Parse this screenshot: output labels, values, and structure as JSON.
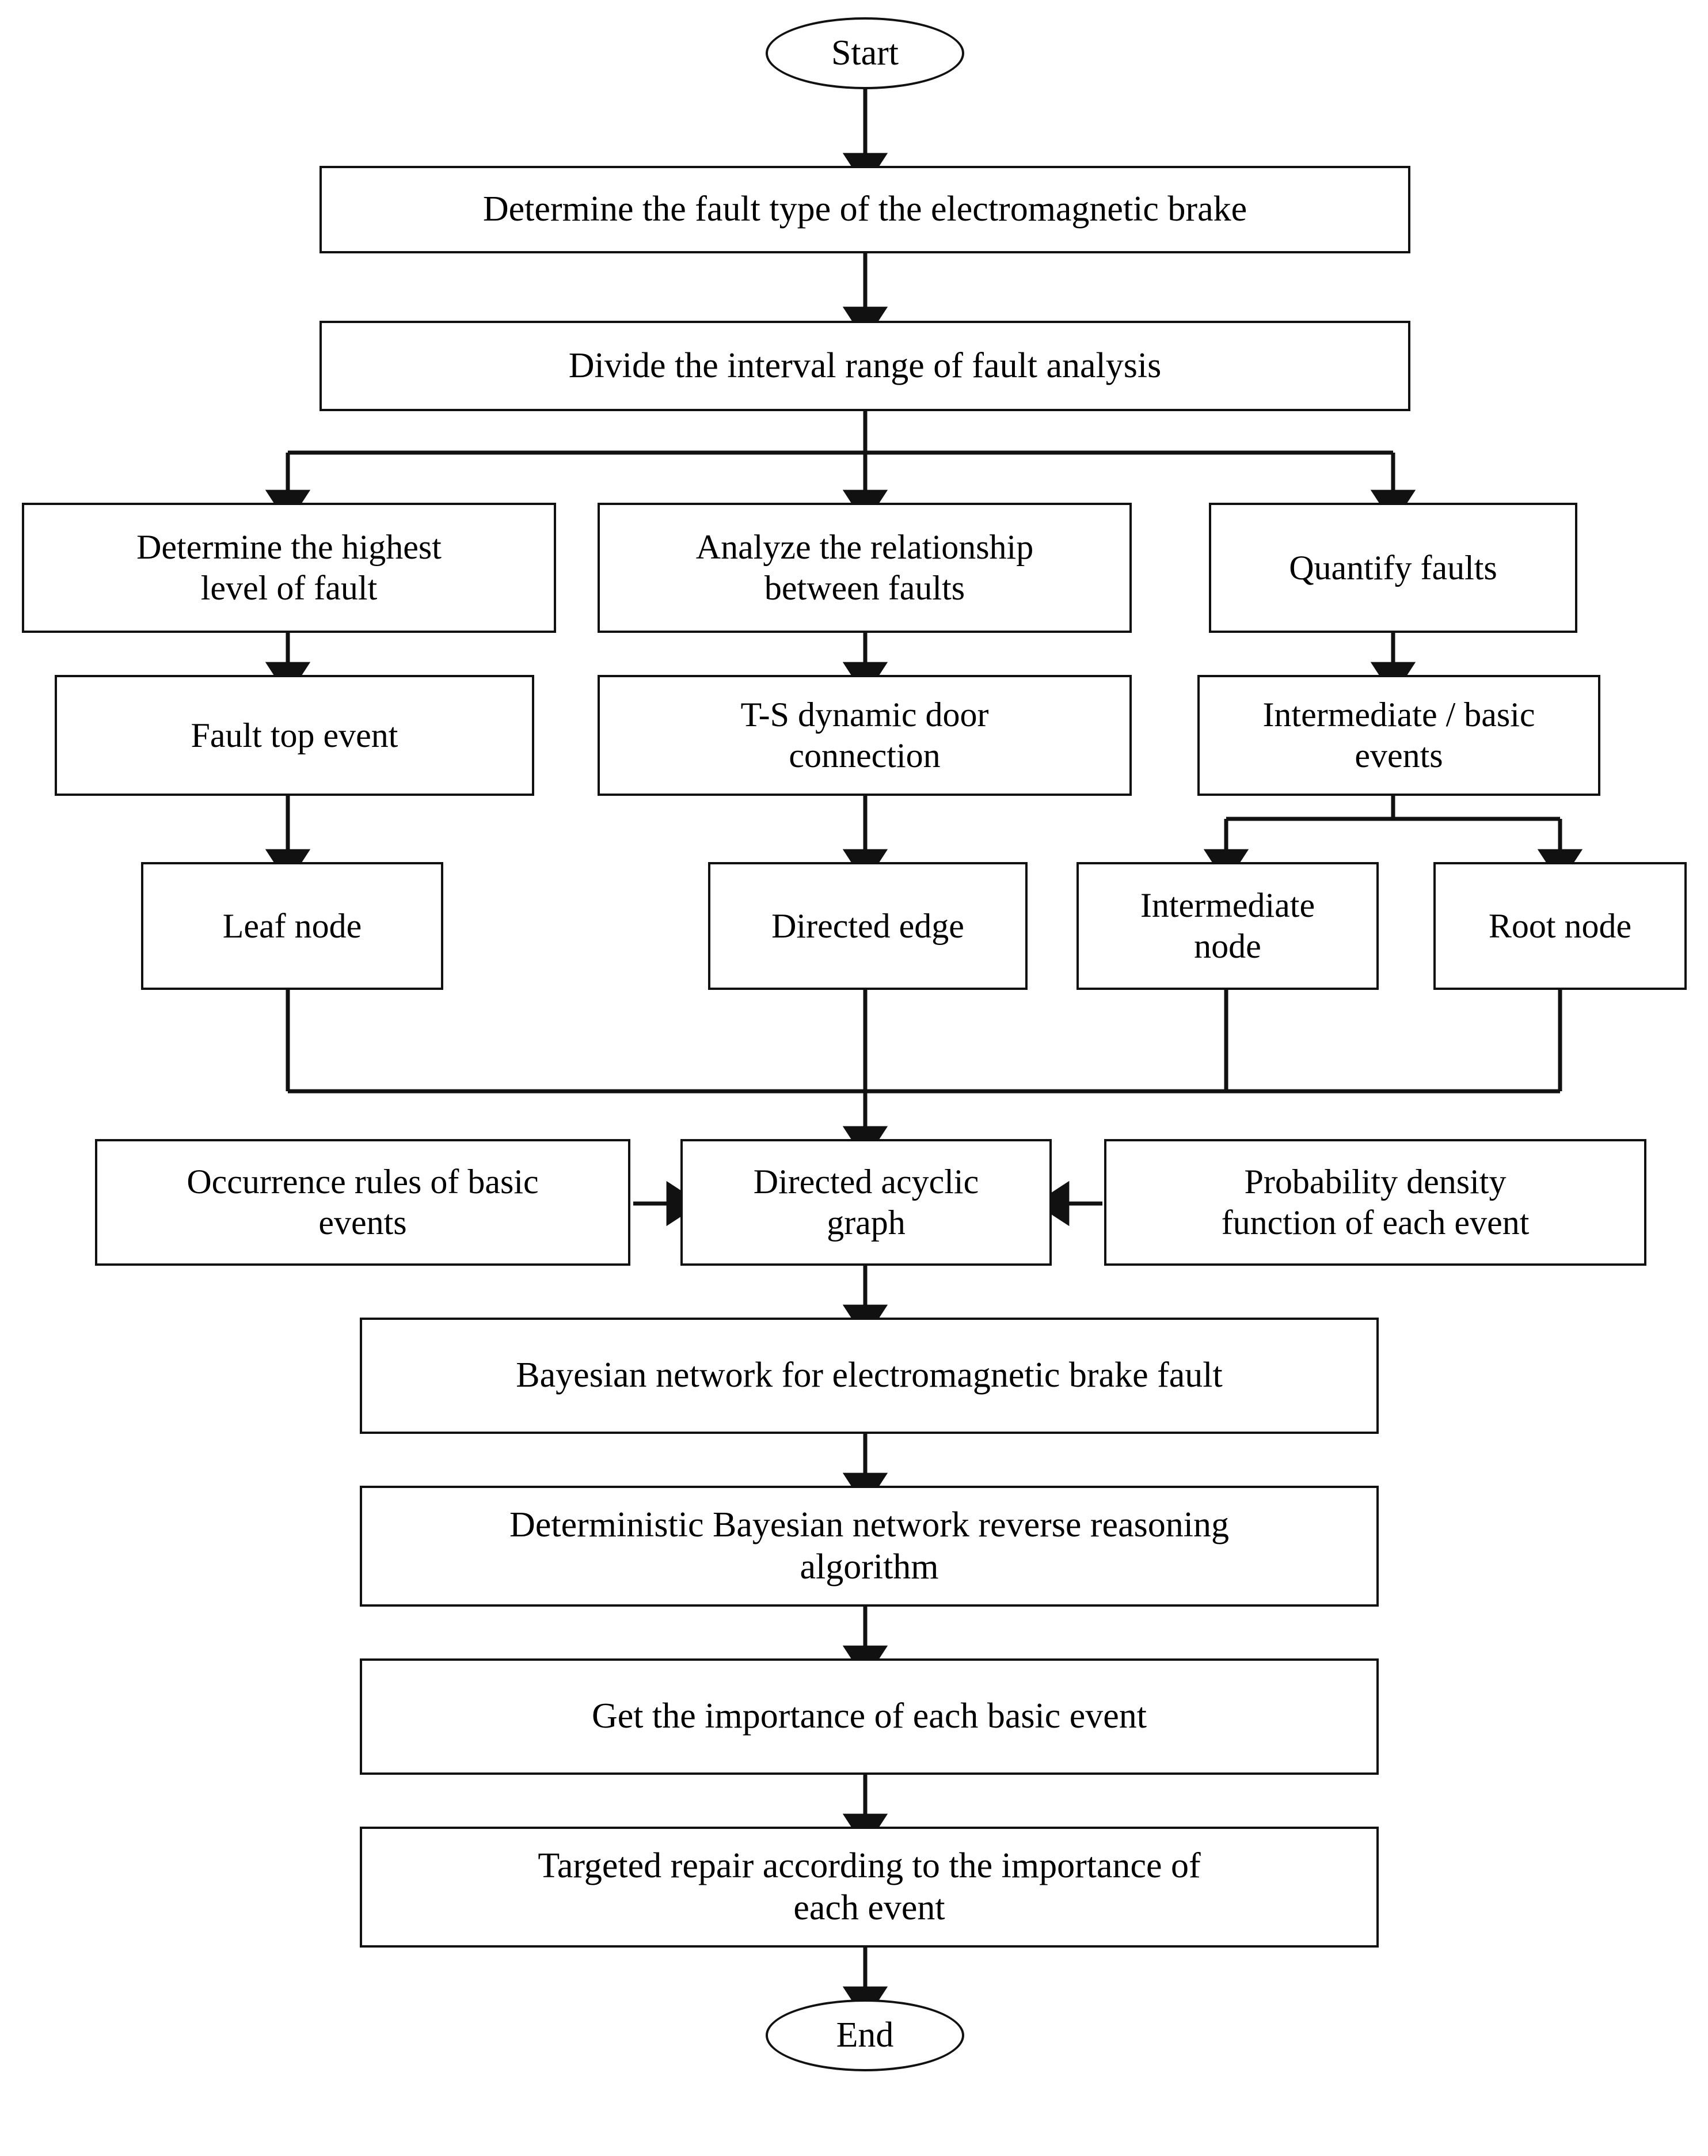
{
  "diagram": {
    "title": "Electromagnetic brake fault diagnosis flowchart",
    "stroke_color": "#111111",
    "fill_color": "#ffffff",
    "text_color": "#000000"
  },
  "nodes": {
    "start": {
      "label": "Start",
      "shape": "ellipse"
    },
    "determine_fault_type": {
      "label": "Determine the fault type of the electromagnetic brake",
      "shape": "rect"
    },
    "divide_interval": {
      "label": "Divide the interval range of fault analysis",
      "shape": "rect"
    },
    "determine_highest_level": {
      "label": "Determine the highest\nlevel of fault",
      "shape": "rect"
    },
    "analyze_relationship": {
      "label": "Analyze the relationship\nbetween faults",
      "shape": "rect"
    },
    "quantify_faults": {
      "label": "Quantify faults",
      "shape": "rect"
    },
    "fault_top_event": {
      "label": "Fault top event",
      "shape": "rect"
    },
    "ts_dynamic_door": {
      "label": "T-S dynamic door\nconnection",
      "shape": "rect"
    },
    "intermediate_basic_events": {
      "label": "Intermediate / basic\nevents",
      "shape": "rect"
    },
    "leaf_node": {
      "label": "Leaf node",
      "shape": "rect"
    },
    "directed_edge": {
      "label": "Directed edge",
      "shape": "rect"
    },
    "intermediate_node": {
      "label": "Intermediate\nnode",
      "shape": "rect"
    },
    "root_node": {
      "label": "Root node",
      "shape": "rect"
    },
    "occurrence_rules": {
      "label": "Occurrence rules of basic\nevents",
      "shape": "rect"
    },
    "directed_acyclic_graph": {
      "label": "Directed acyclic\ngraph",
      "shape": "rect"
    },
    "probability_density": {
      "label": "Probability density\nfunction of each event",
      "shape": "rect"
    },
    "bayesian_network": {
      "label": "Bayesian network for electromagnetic brake fault",
      "shape": "rect"
    },
    "deterministic_algorithm": {
      "label": "Deterministic Bayesian network reverse reasoning\nalgorithm",
      "shape": "rect"
    },
    "get_importance": {
      "label": "Get the importance of each basic event",
      "shape": "rect"
    },
    "targeted_repair": {
      "label": "Targeted repair according to the importance of\neach event",
      "shape": "rect"
    },
    "end": {
      "label": "End",
      "shape": "ellipse"
    }
  },
  "edges": [
    {
      "from": "start",
      "to": "determine_fault_type",
      "kind": "arrow-down"
    },
    {
      "from": "determine_fault_type",
      "to": "divide_interval",
      "kind": "arrow-down"
    },
    {
      "from": "divide_interval",
      "to": "determine_highest_level",
      "kind": "split-bus-arrow"
    },
    {
      "from": "divide_interval",
      "to": "analyze_relationship",
      "kind": "split-bus-arrow"
    },
    {
      "from": "divide_interval",
      "to": "quantify_faults",
      "kind": "split-bus-arrow"
    },
    {
      "from": "determine_highest_level",
      "to": "fault_top_event",
      "kind": "arrow-down"
    },
    {
      "from": "analyze_relationship",
      "to": "ts_dynamic_door",
      "kind": "arrow-down"
    },
    {
      "from": "quantify_faults",
      "to": "intermediate_basic_events",
      "kind": "arrow-down"
    },
    {
      "from": "fault_top_event",
      "to": "leaf_node",
      "kind": "arrow-down"
    },
    {
      "from": "ts_dynamic_door",
      "to": "directed_edge",
      "kind": "arrow-down"
    },
    {
      "from": "intermediate_basic_events",
      "to": "intermediate_node",
      "kind": "split-bus-arrow"
    },
    {
      "from": "intermediate_basic_events",
      "to": "root_node",
      "kind": "split-bus-arrow"
    },
    {
      "from": "leaf_node",
      "to": "directed_acyclic_graph",
      "kind": "merge-bus"
    },
    {
      "from": "directed_edge",
      "to": "directed_acyclic_graph",
      "kind": "merge-bus-arrow"
    },
    {
      "from": "intermediate_node",
      "to": "directed_acyclic_graph",
      "kind": "merge-bus"
    },
    {
      "from": "root_node",
      "to": "directed_acyclic_graph",
      "kind": "merge-bus"
    },
    {
      "from": "occurrence_rules",
      "to": "directed_acyclic_graph",
      "kind": "arrow-right"
    },
    {
      "from": "probability_density",
      "to": "directed_acyclic_graph",
      "kind": "arrow-left"
    },
    {
      "from": "directed_acyclic_graph",
      "to": "bayesian_network",
      "kind": "arrow-down"
    },
    {
      "from": "bayesian_network",
      "to": "deterministic_algorithm",
      "kind": "arrow-down"
    },
    {
      "from": "deterministic_algorithm",
      "to": "get_importance",
      "kind": "arrow-down"
    },
    {
      "from": "get_importance",
      "to": "targeted_repair",
      "kind": "arrow-down"
    },
    {
      "from": "targeted_repair",
      "to": "end",
      "kind": "arrow-down"
    }
  ]
}
